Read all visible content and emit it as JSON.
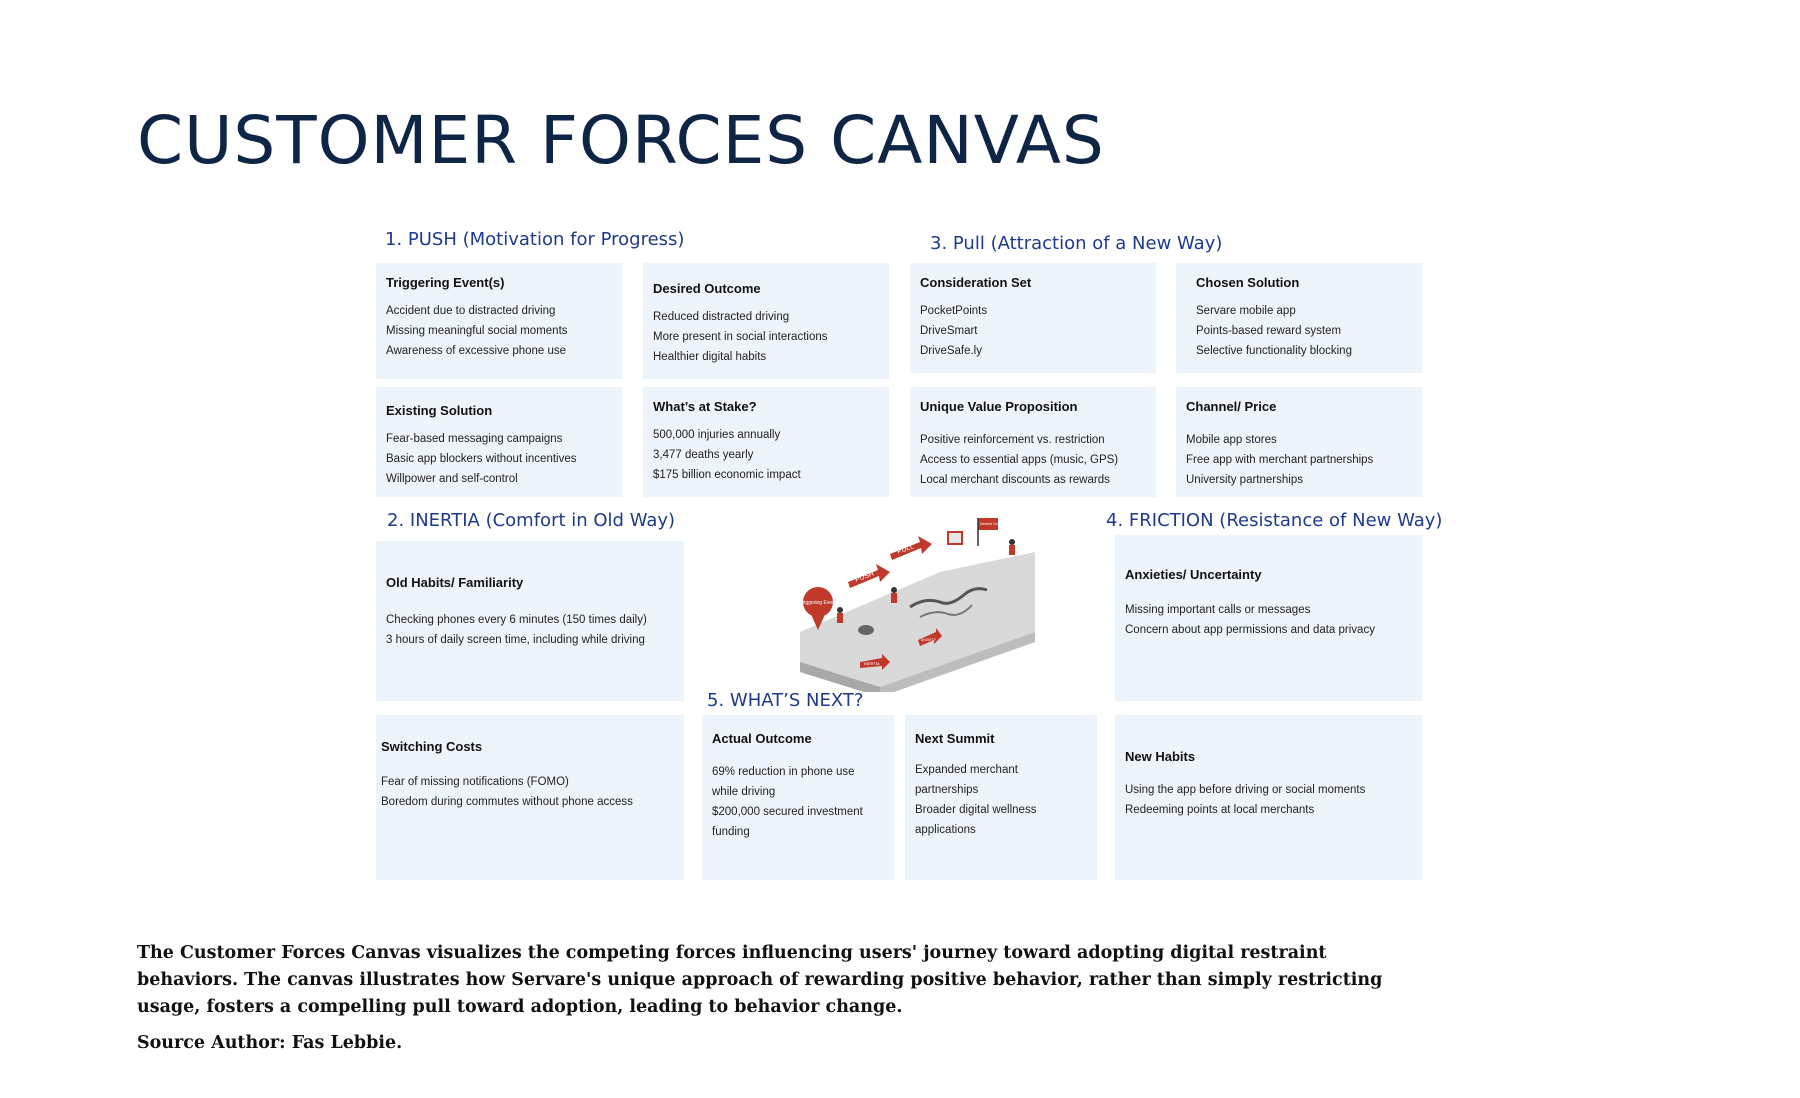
{
  "title": "CUSTOMER FORCES CANVAS",
  "sections": {
    "push": "1. PUSH (Motivation for Progress)",
    "pull": "3. Pull (Attraction of a New Way)",
    "inertia": "2. INERTIA (Comfort in Old Way)",
    "friction": "4. FRICTION (Resistance of New Way)",
    "next": "5. WHAT’S NEXT?"
  },
  "boxes": {
    "triggering": {
      "heading": "Triggering Event(s)",
      "lines": [
        "Accident due to distracted driving",
        "Missing meaningful social moments",
        "Awareness of excessive phone use"
      ]
    },
    "desired": {
      "heading": "Desired Outcome",
      "lines": [
        "Reduced distracted driving",
        "More present in social interactions",
        "Healthier digital habits"
      ]
    },
    "consideration": {
      "heading": "Consideration Set",
      "lines": [
        "PocketPoints",
        "DriveSmart",
        "DriveSafe.ly"
      ]
    },
    "chosen": {
      "heading": "Chosen Solution",
      "lines": [
        "Servare mobile app",
        "Points-based reward system",
        "Selective functionality blocking"
      ]
    },
    "existing": {
      "heading": "Existing Solution",
      "lines": [
        "Fear-based messaging campaigns",
        "Basic app blockers without incentives",
        "Willpower and self-control"
      ]
    },
    "stake": {
      "heading": "What’s at Stake?",
      "lines": [
        "500,000 injuries annually",
        "3,477 deaths yearly",
        "$175 billion economic impact"
      ]
    },
    "uvp": {
      "heading": "Unique Value Proposition",
      "lines": [
        "Positive reinforcement vs. restriction",
        "Access to essential apps (music, GPS)",
        "Local merchant discounts as rewards"
      ]
    },
    "channel": {
      "heading": "Channel/ Price",
      "lines": [
        "Mobile app stores",
        "Free app with merchant partnerships",
        "University partnerships"
      ]
    },
    "old_habits": {
      "heading": "Old Habits/ Familiarity",
      "lines": [
        "Checking phones every 6 minutes (150 times daily)",
        "3 hours of daily screen time, including while driving"
      ]
    },
    "anxieties": {
      "heading": "Anxieties/ Uncertainty",
      "lines": [
        "Missing important calls or messages",
        "Concern about app permissions and data privacy"
      ]
    },
    "switching": {
      "heading": "Switching Costs",
      "lines": [
        "Fear of missing notifications (FOMO)",
        "Boredom during commutes without phone access"
      ]
    },
    "actual": {
      "heading": "Actual Outcome",
      "lines": [
        "69% reduction in phone use",
        "while driving",
        "$200,000 secured investment",
        "funding"
      ]
    },
    "summit": {
      "heading": "Next Summit",
      "lines": [
        "Expanded merchant",
        "partnerships",
        "Broader digital wellness",
        "applications"
      ]
    },
    "new_habits": {
      "heading": "New Habits",
      "lines": [
        "Using the app before driving or social moments",
        "Redeeming points at local merchants"
      ]
    }
  },
  "illustration": {
    "labels": [
      "PUSH",
      "PULL",
      "Triggering Event",
      "Desired Outcome",
      "INERTIA",
      "ANXIETY"
    ],
    "colors": {
      "accent": "#c0392b",
      "slope": "#cfcfcf",
      "dark": "#555555"
    }
  },
  "description": "The Customer Forces Canvas visualizes the competing forces influencing users' journey toward adopting digital restraint behaviors. The canvas illustrates how Servare's unique approach of rewarding positive behavior, rather than simply restricting usage, fosters a compelling pull toward adoption, leading to behavior change.",
  "author": "Source Author: Fas Lebbie."
}
